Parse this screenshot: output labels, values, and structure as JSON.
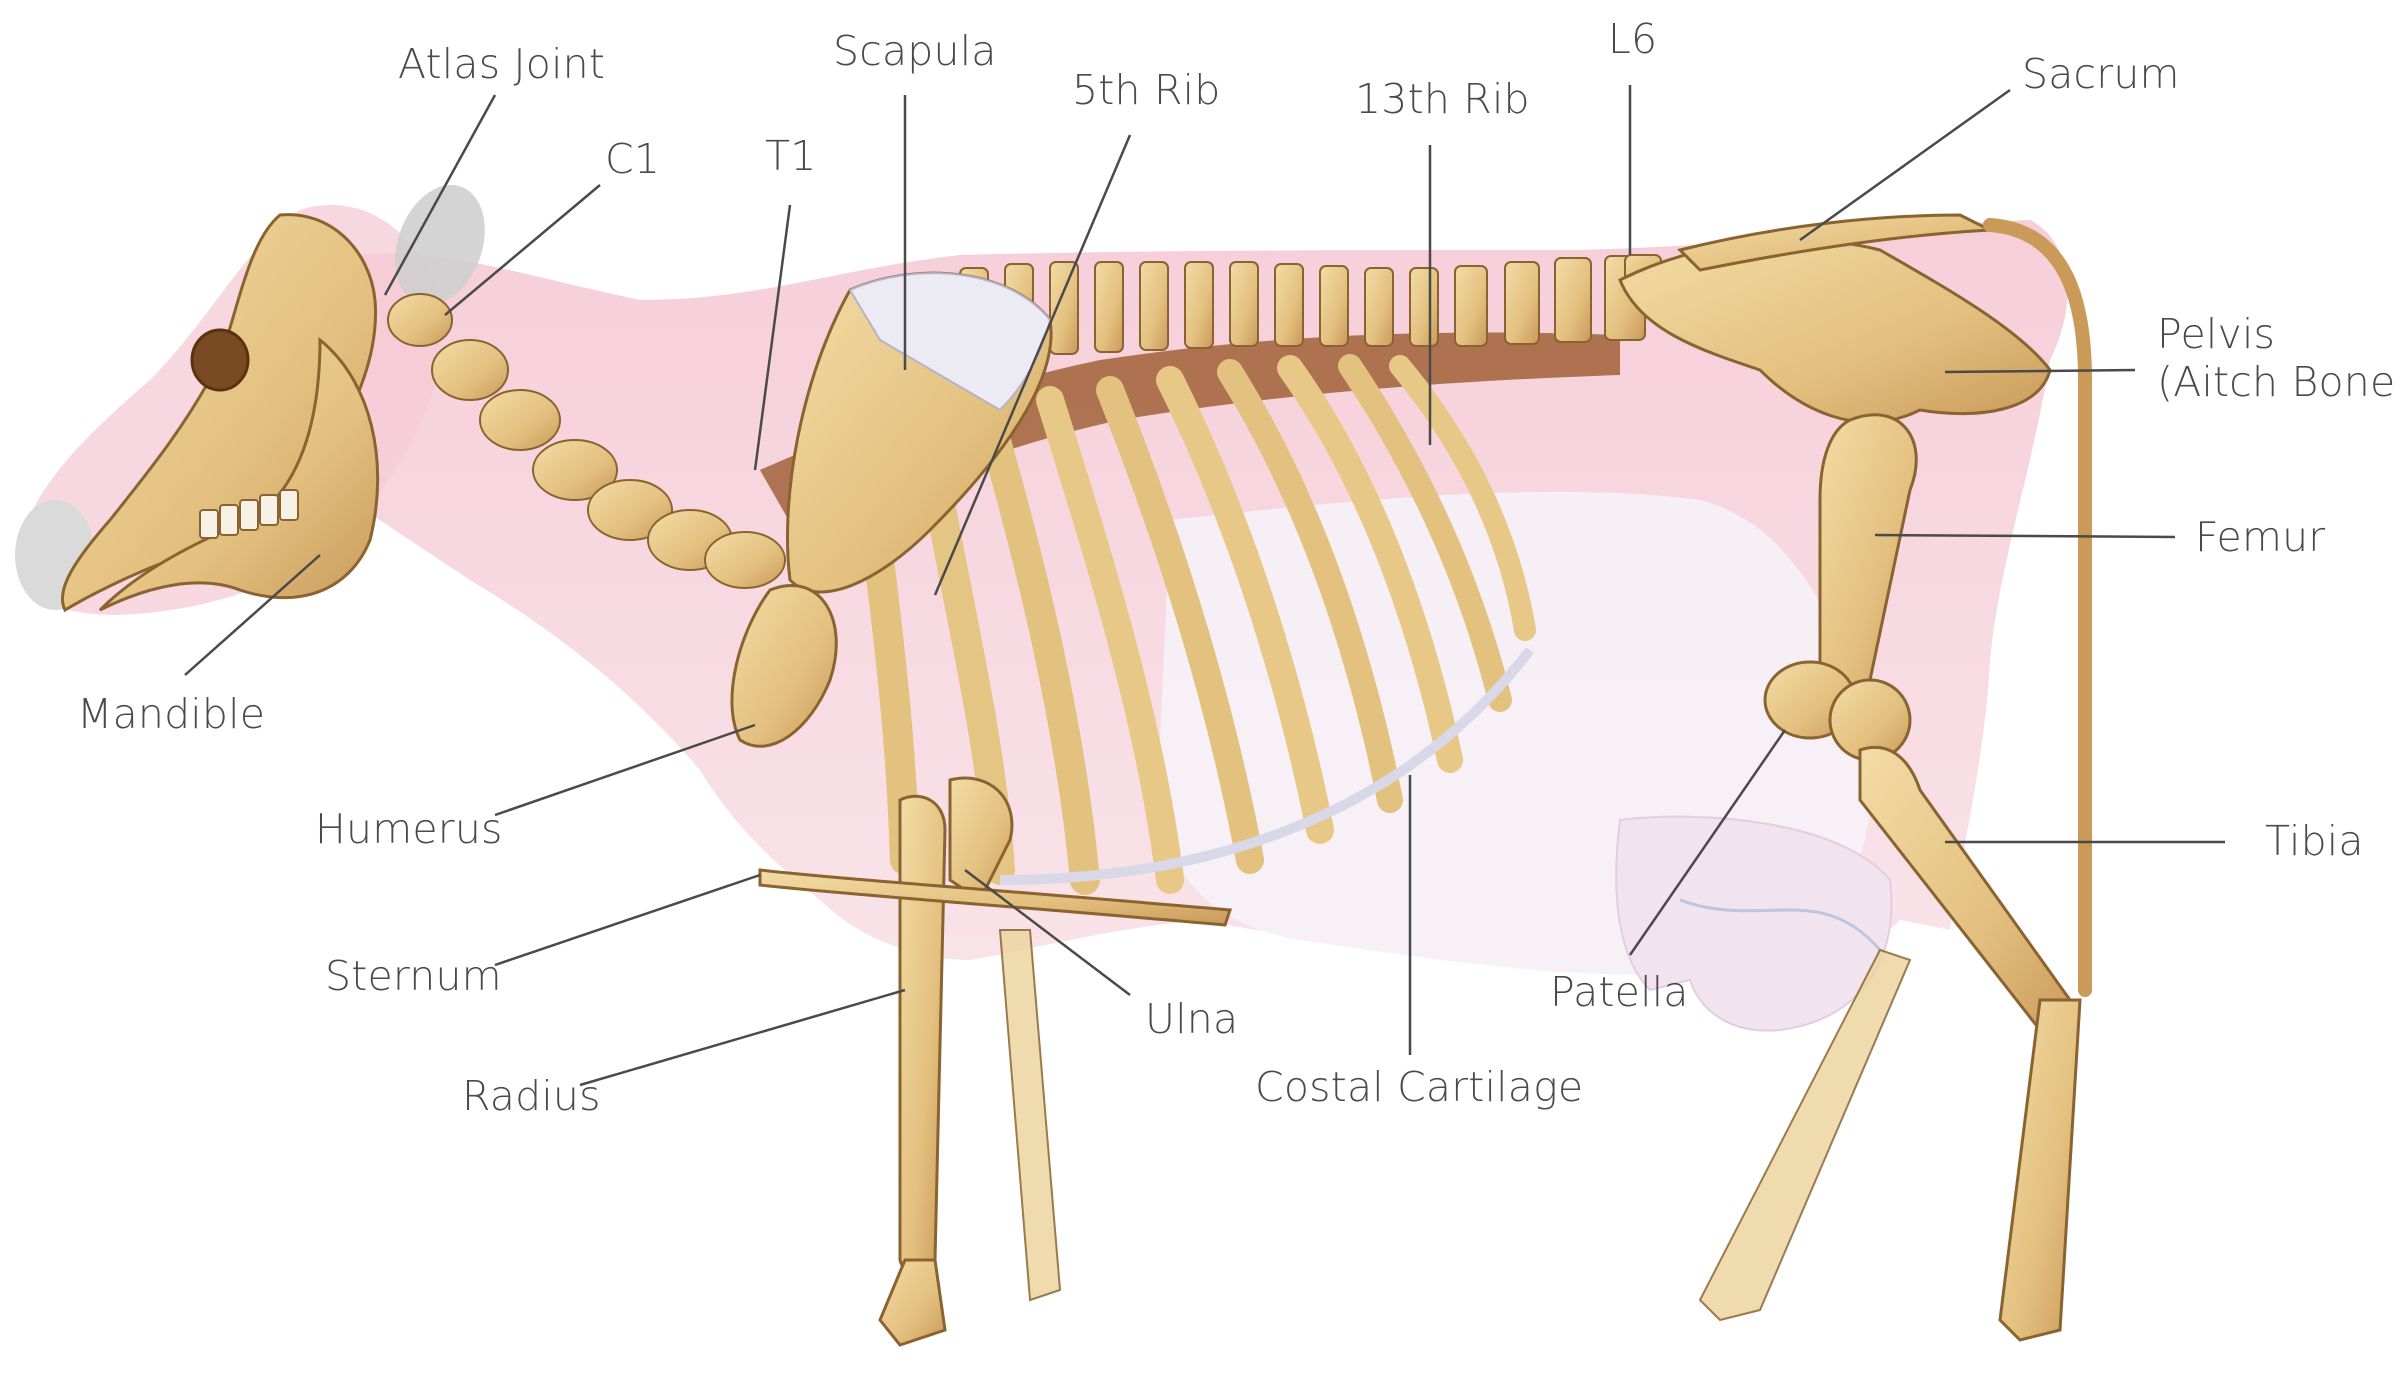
{
  "labels": {
    "atlas_joint": "Atlas Joint",
    "c1": "C1",
    "t1": "T1",
    "scapula": "Scapula",
    "fifth_rib": "5th Rib",
    "thirteenth_rib": "13th Rib",
    "l6": "L6",
    "sacrum": "Sacrum",
    "pelvis": "Pelvis\n(Aitch Bone)",
    "femur": "Femur",
    "mandible": "Mandible",
    "humerus": "Humerus",
    "sternum": "Sternum",
    "radius": "Radius",
    "ulna": "Ulna",
    "costal_cartilage": "Costal Cartilage",
    "patella": "Patella",
    "tibia": "Tibia"
  },
  "colors": {
    "bone": "#e9cc8e",
    "bone_shadow": "#b98a45",
    "bone_outline": "#8a6330",
    "muscle": "#f2b8c6",
    "muscle_light": "#f8dbe3",
    "belly": "#f6eef6",
    "vertebral_muscle": "#9b5a2e",
    "leader": "#4a4a4a",
    "text": "#4a4a4a"
  }
}
